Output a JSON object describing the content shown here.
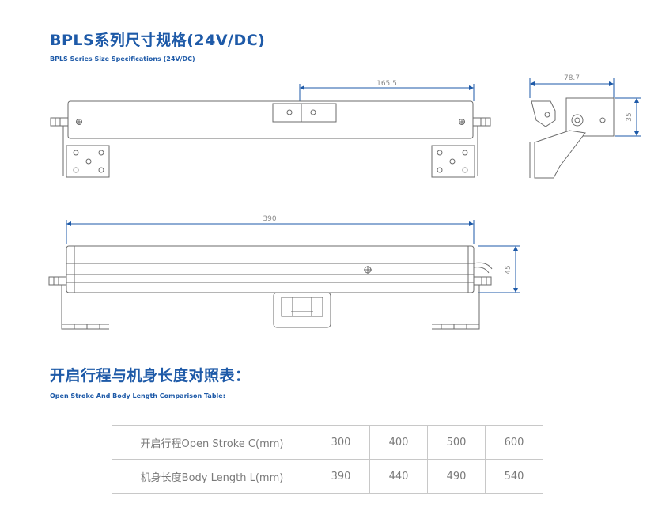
{
  "header": {
    "title": "BPLS系列尺寸规格(24V/DC)",
    "subtitle": "BPLS Series Size Specifications (24V/DC)"
  },
  "dimensions": {
    "top_length": "165.5",
    "side_width": "78.7",
    "side_height": "35",
    "body_length": "390",
    "body_height": "45"
  },
  "section2": {
    "title": "开启行程与机身长度对照表：",
    "subtitle": "Open Stroke And Body Length Comparison Table:"
  },
  "table": {
    "rows": [
      {
        "label": "开启行程Open Stroke C(mm)",
        "values": [
          "300",
          "400",
          "500",
          "600"
        ]
      },
      {
        "label": "机身长度Body Length L(mm)",
        "values": [
          "390",
          "440",
          "490",
          "540"
        ]
      }
    ]
  },
  "colors": {
    "heading": "#1e5aa8",
    "dimension_line": "#1e5aa8",
    "drawing_line": "#6b6b6b"
  }
}
